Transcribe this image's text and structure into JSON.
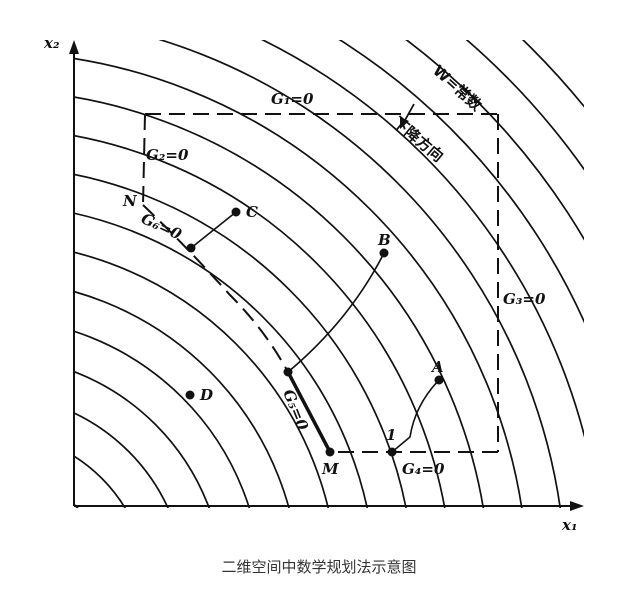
{
  "axes": {
    "x_label": "x₁",
    "y_label": "x₂"
  },
  "constraints": {
    "g1": "G₁=0",
    "g2": "G₂=0",
    "g3": "G₃=0",
    "g4": "G₄=0",
    "g5": "G₅=0",
    "g6": "G₆=0"
  },
  "objective": {
    "label": "W=常数",
    "direction": "下降方向"
  },
  "points": {
    "A": "A",
    "B": "B",
    "C": "C",
    "D": "D",
    "M": "M",
    "N": "N",
    "one": "1"
  },
  "caption": "二维空间中数学规划法示意图"
}
